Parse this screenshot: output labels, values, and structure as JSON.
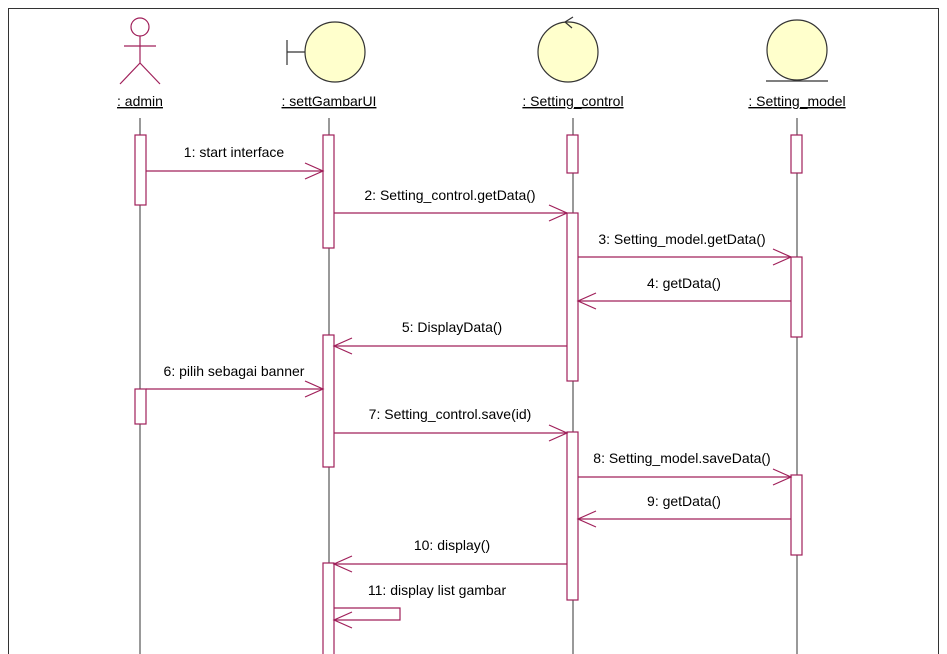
{
  "diagram": {
    "lifelines": [
      {
        "id": "admin",
        "kind": "actor",
        "label": ": admin"
      },
      {
        "id": "ui",
        "kind": "boundary",
        "label": ": settGambarUI"
      },
      {
        "id": "control",
        "kind": "control",
        "label": ": Setting_control"
      },
      {
        "id": "model",
        "kind": "entity",
        "label": ": Setting_model"
      }
    ],
    "messages": [
      {
        "from": "admin",
        "to": "ui",
        "label": "1: start interface"
      },
      {
        "from": "ui",
        "to": "control",
        "label": "2: Setting_control.getData()"
      },
      {
        "from": "control",
        "to": "model",
        "label": "3: Setting_model.getData()"
      },
      {
        "from": "model",
        "to": "control",
        "label": "4: getData()"
      },
      {
        "from": "control",
        "to": "ui",
        "label": "5: DisplayData()"
      },
      {
        "from": "admin",
        "to": "ui",
        "label": "6: pilih sebagai banner"
      },
      {
        "from": "ui",
        "to": "control",
        "label": "7: Setting_control.save(id)"
      },
      {
        "from": "control",
        "to": "model",
        "label": "8: Setting_model.saveData()"
      },
      {
        "from": "model",
        "to": "control",
        "label": "9: getData()"
      },
      {
        "from": "control",
        "to": "ui",
        "label": "10: display()"
      },
      {
        "from": "ui",
        "to": "ui",
        "label": "11: display list gambar"
      }
    ],
    "colors": {
      "line": "#a0205a",
      "shape_fill": "#ffffcc",
      "shape_stroke": "#333333",
      "text": "#000000",
      "frame": "#333333"
    }
  }
}
